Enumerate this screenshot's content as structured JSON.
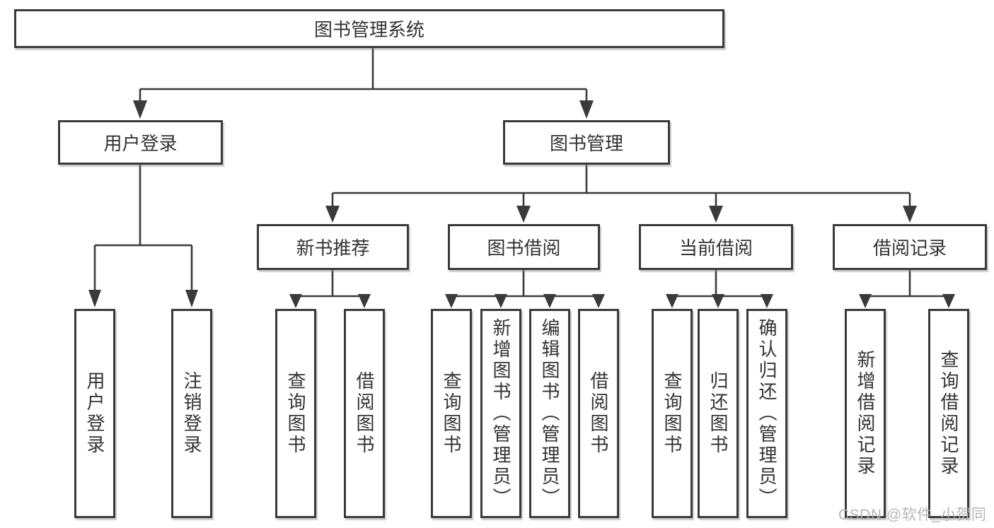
{
  "diagram": {
    "type": "tree",
    "root": {
      "label": "图书管理系统"
    },
    "children": [
      {
        "label": "用户登录",
        "children": [
          {
            "label": "用户登录"
          },
          {
            "label": "注销登录"
          }
        ]
      },
      {
        "label": "图书管理",
        "children": [
          {
            "label": "新书推荐",
            "children": [
              {
                "label": "查询图书"
              },
              {
                "label": "借阅图书"
              }
            ]
          },
          {
            "label": "图书借阅",
            "children": [
              {
                "label": "查询图书"
              },
              {
                "label": "新增图书（管理员）"
              },
              {
                "label": "编辑图书（管理员）"
              },
              {
                "label": "借阅图书"
              }
            ]
          },
          {
            "label": "当前借阅",
            "children": [
              {
                "label": "查询图书"
              },
              {
                "label": "归还图书"
              },
              {
                "label": "确认归还（管理员）"
              }
            ]
          },
          {
            "label": "借阅记录",
            "children": [
              {
                "label": "新增借阅记录"
              },
              {
                "label": "查询借阅记录"
              }
            ]
          }
        ]
      }
    ]
  },
  "watermark": {
    "text": "CSDN @软件_小贺同学",
    "color": "#b3b3b3"
  },
  "colors": {
    "line": "#3a3a3a",
    "border": "#3a3a3a",
    "text": "#333333",
    "background": "#ffffff"
  }
}
